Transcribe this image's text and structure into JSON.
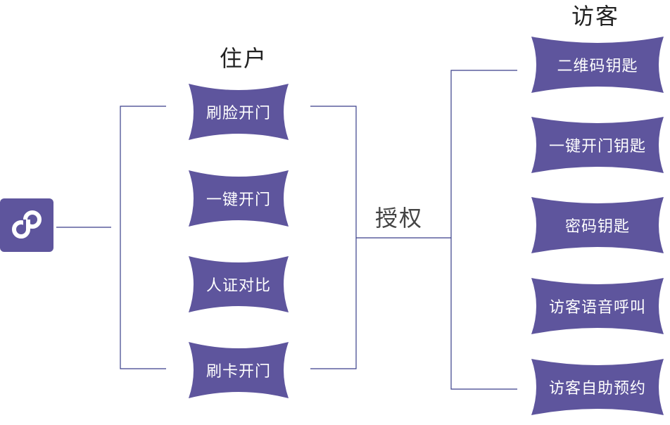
{
  "nodes": {
    "resident_title": "住户",
    "visitor_title": "访客",
    "authorize_label": "授权",
    "resident_items": [
      {
        "label": "刷脸开门"
      },
      {
        "label": "一键开门"
      },
      {
        "label": "人证对比"
      },
      {
        "label": "刷卡开门"
      }
    ],
    "visitor_items": [
      {
        "label": "二维码钥匙"
      },
      {
        "label": "一键开门钥匙"
      },
      {
        "label": "密码钥匙"
      },
      {
        "label": "访客语音呼叫"
      },
      {
        "label": "访客自助预约"
      }
    ]
  },
  "icons": {
    "app": "mini-program-icon"
  },
  "colors": {
    "card_fill": "#5e559d",
    "line": "#3a3f8a",
    "text_dark": "#222222",
    "card_text": "#ffffff"
  }
}
